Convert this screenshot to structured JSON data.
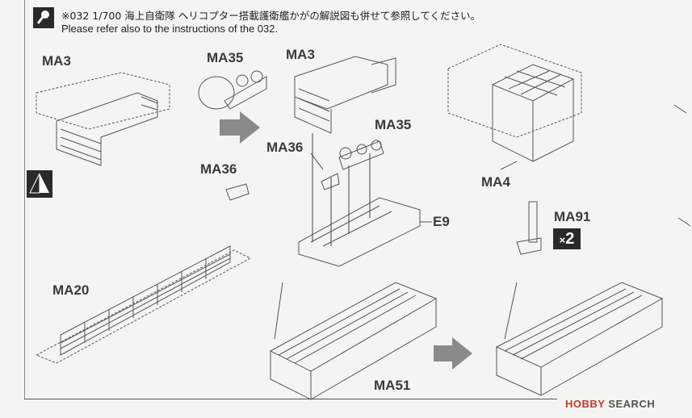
{
  "header": {
    "note_jp": "※032 1/700 海上自衛隊 ヘリコプター搭載護衛艦かがの解説図も併せて参照してください。",
    "note_en": "Please refer also to the instructions of the 032."
  },
  "parts": {
    "ma3_left": "MA3",
    "ma35_top": "MA35",
    "ma3_center": "MA3",
    "ma36_center": "MA36",
    "ma35_center": "MA35",
    "ma36_left": "MA36",
    "ma4": "MA4",
    "e9": "E9",
    "ma91": "MA91",
    "ma20": "MA20",
    "ma51": "MA51"
  },
  "quantity": {
    "prefix": "×",
    "count": "2"
  },
  "watermark": {
    "brand": "HOBBY",
    "suffix": " SEARCH"
  },
  "colors": {
    "line": "#555555",
    "ink": "#2a2a2a",
    "arrow": "#8a8a8a",
    "brand": "#c0392b"
  }
}
